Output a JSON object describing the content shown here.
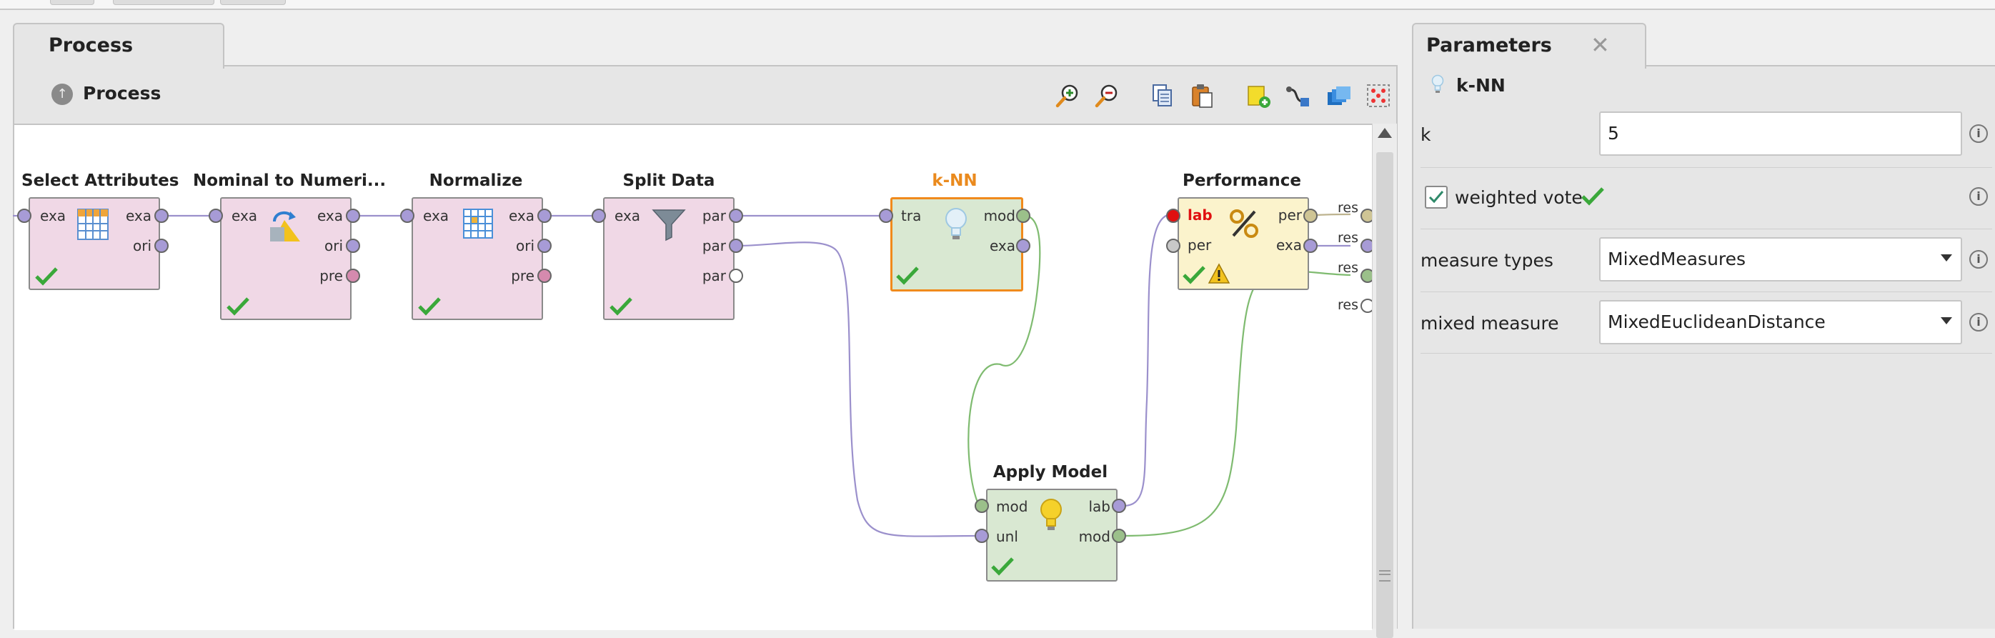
{
  "process_tab": {
    "label": "Process"
  },
  "process_toolbar": {
    "title": "Process",
    "buttons": [
      "zoom-in-icon",
      "zoom-out-icon",
      "copy-icon",
      "paste-icon",
      "add-note-icon",
      "auto-wire-icon",
      "layers-icon",
      "arrange-icon"
    ]
  },
  "operators": [
    {
      "name": "Select Attributes",
      "inputs": [
        "exa"
      ],
      "outputs": [
        "exa",
        "ori"
      ],
      "status": "ok"
    },
    {
      "name": "Nominal to Numeri...",
      "inputs": [
        "exa"
      ],
      "outputs": [
        "exa",
        "ori",
        "pre"
      ],
      "status": "ok"
    },
    {
      "name": "Normalize",
      "inputs": [
        "exa"
      ],
      "outputs": [
        "exa",
        "ori",
        "pre"
      ],
      "status": "ok"
    },
    {
      "name": "Split Data",
      "inputs": [
        "exa"
      ],
      "outputs": [
        "par",
        "par",
        "par"
      ],
      "status": "ok"
    },
    {
      "name": "k-NN",
      "inputs": [
        "tra"
      ],
      "outputs": [
        "mod",
        "exa"
      ],
      "status": "ok",
      "selected": true
    },
    {
      "name": "Performance",
      "inputs": [
        "lab",
        "per"
      ],
      "outputs": [
        "per",
        "exa"
      ],
      "status": "warning"
    },
    {
      "name": "Apply Model",
      "inputs": [
        "mod",
        "unl"
      ],
      "outputs": [
        "lab",
        "mod"
      ],
      "status": "ok"
    }
  ],
  "result_ports": [
    "res",
    "res",
    "res",
    "res"
  ],
  "colors": {
    "selected_accent": "#f08a1c",
    "error_port": "#e01010",
    "wire_example": "#9b90cc",
    "wire_model": "#7fbb70",
    "check": "#3aa83a"
  },
  "parameters": {
    "tab_label": "Parameters",
    "close_icon": "close-icon",
    "operator_name": "k-NN",
    "k": {
      "label": "k",
      "value": "5"
    },
    "weighted_vote": {
      "label": "weighted vote",
      "checked": true
    },
    "measure_types": {
      "label": "measure types",
      "value": "MixedMeasures"
    },
    "mixed_measure": {
      "label": "mixed measure",
      "value": "MixedEuclideanDistance"
    }
  }
}
